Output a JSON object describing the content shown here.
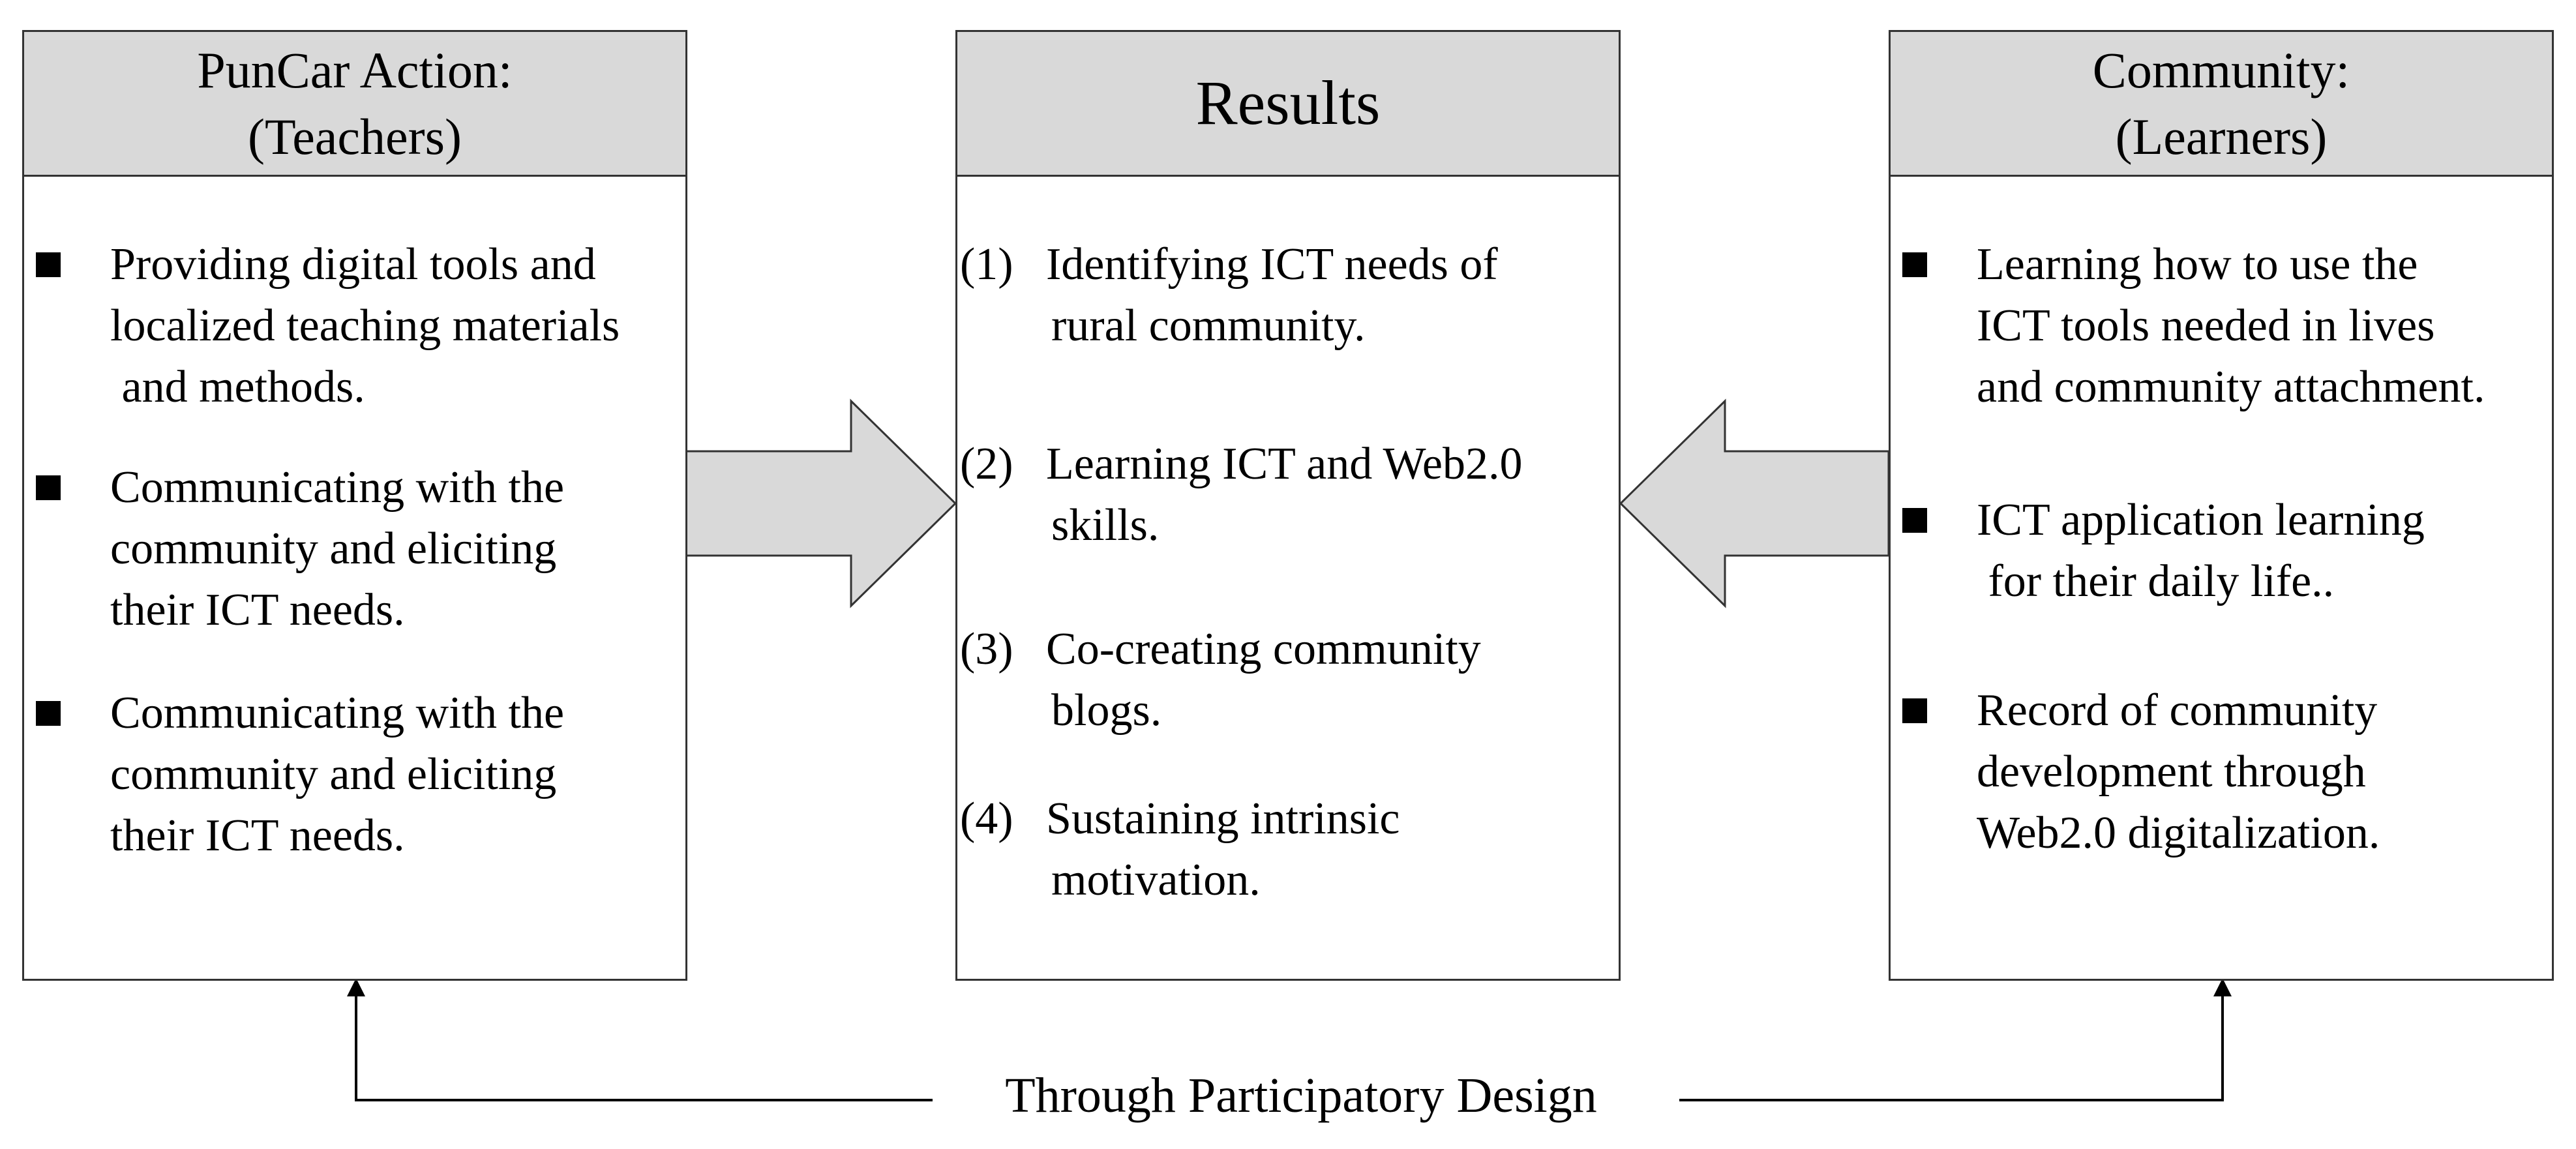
{
  "left_box": {
    "title_line1": "PunCar Action:",
    "title_line2": "(Teachers)",
    "items": [
      {
        "lines": [
          "Providing digital tools and",
          "localized teaching materials",
          " and methods."
        ]
      },
      {
        "lines": [
          "Communicating with the",
          "community and eliciting",
          "their ICT needs."
        ]
      },
      {
        "lines": [
          "Communicating with the",
          "community and eliciting",
          "their ICT needs."
        ]
      }
    ]
  },
  "center_box": {
    "title": "Results",
    "items": [
      {
        "num": "(1)",
        "lines": [
          "Identifying ICT needs of",
          "rural community."
        ]
      },
      {
        "num": "(2)",
        "lines": [
          "Learning ICT and Web2.0",
          "skills."
        ]
      },
      {
        "num": "(3)",
        "lines": [
          "Co-creating community",
          "blogs."
        ]
      },
      {
        "num": "(4)",
        "lines": [
          "Sustaining intrinsic",
          "motivation."
        ]
      }
    ]
  },
  "right_box": {
    "title_line1": "Community:",
    "title_line2": "(Learners)",
    "items": [
      {
        "lines": [
          "Learning how to use the",
          "ICT tools needed in lives",
          "and community attachment."
        ]
      },
      {
        "lines": [
          "ICT application learning",
          " for their daily life.."
        ]
      },
      {
        "lines": [
          "Record of community",
          "development through",
          "Web2.0 digitalization."
        ]
      }
    ]
  },
  "bottom_caption": "Through Participatory Design",
  "colors": {
    "header_fill": "#d9d9d9",
    "arrow_fill": "#d9d9d9",
    "border": "#333333"
  }
}
